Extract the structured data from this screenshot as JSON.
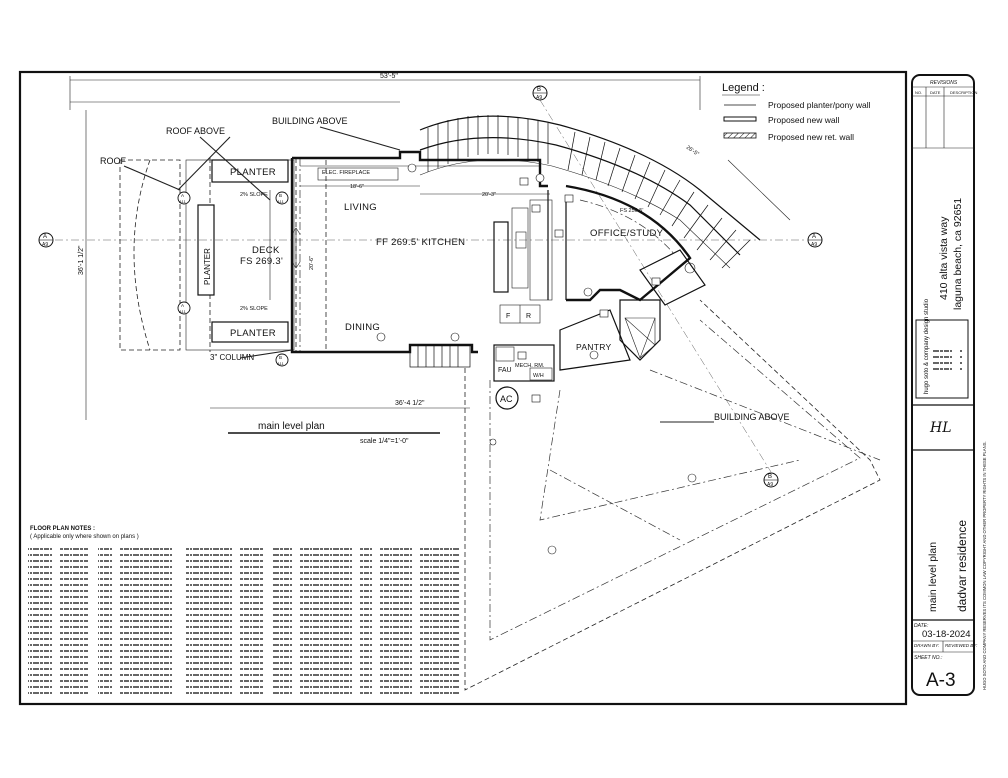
{
  "legend": {
    "title": "Legend :",
    "items": [
      {
        "label": "Proposed planter/pony wall"
      },
      {
        "label": "Proposed new wall"
      },
      {
        "label": "Proposed new ret. wall"
      }
    ]
  },
  "plan": {
    "title": "main level plan",
    "scale": "scale 1/4\"=1'-0\"",
    "rooms": {
      "living": "LIVING",
      "kitchen": "FF 269.5'  KITCHEN",
      "deck": "DECK",
      "deck_fs": "FS 269.3'",
      "dining": "DINING",
      "office": "OFFICE/STUDY",
      "pantry": "PANTRY",
      "planter_top": "PLANTER",
      "planter_left": "PLANTER",
      "planter_bottom": "PLANTER",
      "elec_fireplace": "ELEC. FIREPLACE",
      "fau": "FAU",
      "mech": "MECH. RM.",
      "wh": "W/H",
      "ac": "AC"
    },
    "callouts": {
      "roof_above": "ROOF ABOVE",
      "building_above_top": "BUILDING ABOVE",
      "roof": "ROOF",
      "building_above_right": "BUILDING ABOVE",
      "column": "3\" COLUMN",
      "slope_top": "2% SLOPE",
      "slope_bottom": "2% SLOPE"
    },
    "dimensions": {
      "top_overall": "53'-5\"",
      "left_overall": "36'-1 1/2\"",
      "bottom_left": "36'-4 1/2\"",
      "living_width": "18'-6\"",
      "kitchen_width": "20'-3\"",
      "diag_right": "26'-5\"",
      "deck_depth": "20'-6\""
    },
    "section_markers": [
      {
        "letter": "A",
        "sheet": "A9"
      },
      {
        "letter": "A",
        "sheet": "A9"
      },
      {
        "letter": "B",
        "sheet": "A9"
      },
      {
        "letter": "B",
        "sheet": "A9"
      }
    ],
    "detail_markers": [
      "A",
      "A11",
      "B",
      "A11",
      "A",
      "A11",
      "B",
      "A11"
    ]
  },
  "notes": {
    "title": "FLOOR PLAN  NOTES :",
    "subtitle": "( Applicable only where shown on plans )"
  },
  "titleblock": {
    "revisions_title": "REVISIONS",
    "rev_cols": [
      "NO.",
      "DATE",
      "DESCRIPTION"
    ],
    "address_line1": "410 alta vista way",
    "address_line2": "laguna beach, ca 92651",
    "firm_name": "hugo soto & company design studio",
    "initials": "HL",
    "project_name": "dadvar residence",
    "sheet_title": "main level plan",
    "date_label": "DATE:",
    "date_value": "03-18-2024",
    "drawn_label": "DRAWN BY:",
    "reviewed_label": "REVIEWED BY:",
    "sheet_no_label": "SHEET NO.:",
    "sheet_no": "A-3",
    "copyright": "HUGO SOTO AND COMPANY RESERVES ITS COMMON LAW COPYRIGHT AND OTHER PROPERTY RIGHTS IN THESE PLANS."
  }
}
